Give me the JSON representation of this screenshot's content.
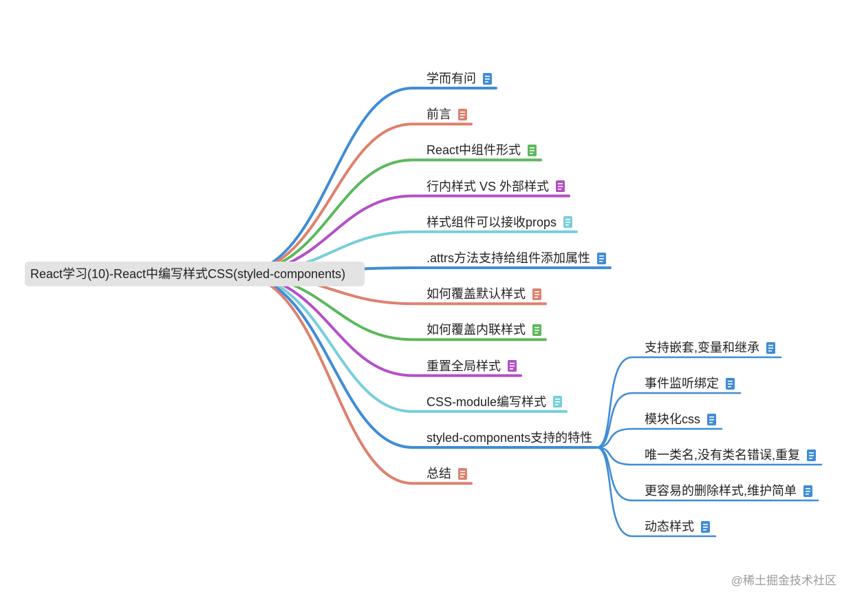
{
  "colors": {
    "blue": "#3f8cd6",
    "salmon": "#de806e",
    "green": "#5cb85c",
    "purple": "#b44fc8",
    "cyan": "#77cedb"
  },
  "root": {
    "label": "React学习(10)-React中编写样式CSS(styled-components)"
  },
  "branches": [
    {
      "label": "学而有问",
      "color": "blue",
      "has_note": true
    },
    {
      "label": "前言",
      "color": "salmon",
      "has_note": true
    },
    {
      "label": "React中组件形式",
      "color": "green",
      "has_note": true
    },
    {
      "label": "行内样式 VS 外部样式",
      "color": "purple",
      "has_note": true
    },
    {
      "label": "样式组件可以接收props",
      "color": "cyan",
      "has_note": true
    },
    {
      "label": ".attrs方法支持给组件添加属性",
      "color": "blue",
      "has_note": true
    },
    {
      "label": "如何覆盖默认样式",
      "color": "salmon",
      "has_note": true
    },
    {
      "label": "如何覆盖内联样式",
      "color": "green",
      "has_note": true
    },
    {
      "label": "重置全局样式",
      "color": "purple",
      "has_note": true
    },
    {
      "label": "CSS-module编写样式",
      "color": "cyan",
      "has_note": true
    },
    {
      "label": "styled-components支持的特性",
      "color": "blue",
      "has_note": false,
      "children": [
        {
          "label": "支持嵌套,变量和继承",
          "has_note": true
        },
        {
          "label": "事件监听绑定",
          "has_note": true
        },
        {
          "label": "模块化css",
          "has_note": true
        },
        {
          "label": "唯一类名,没有类名错误,重复",
          "has_note": true
        },
        {
          "label": "更容易的删除样式,维护简单",
          "has_note": true
        },
        {
          "label": "动态样式",
          "has_note": true
        }
      ]
    },
    {
      "label": "总结",
      "color": "salmon",
      "has_note": true
    }
  ],
  "watermark": "@稀土掘金技术社区"
}
